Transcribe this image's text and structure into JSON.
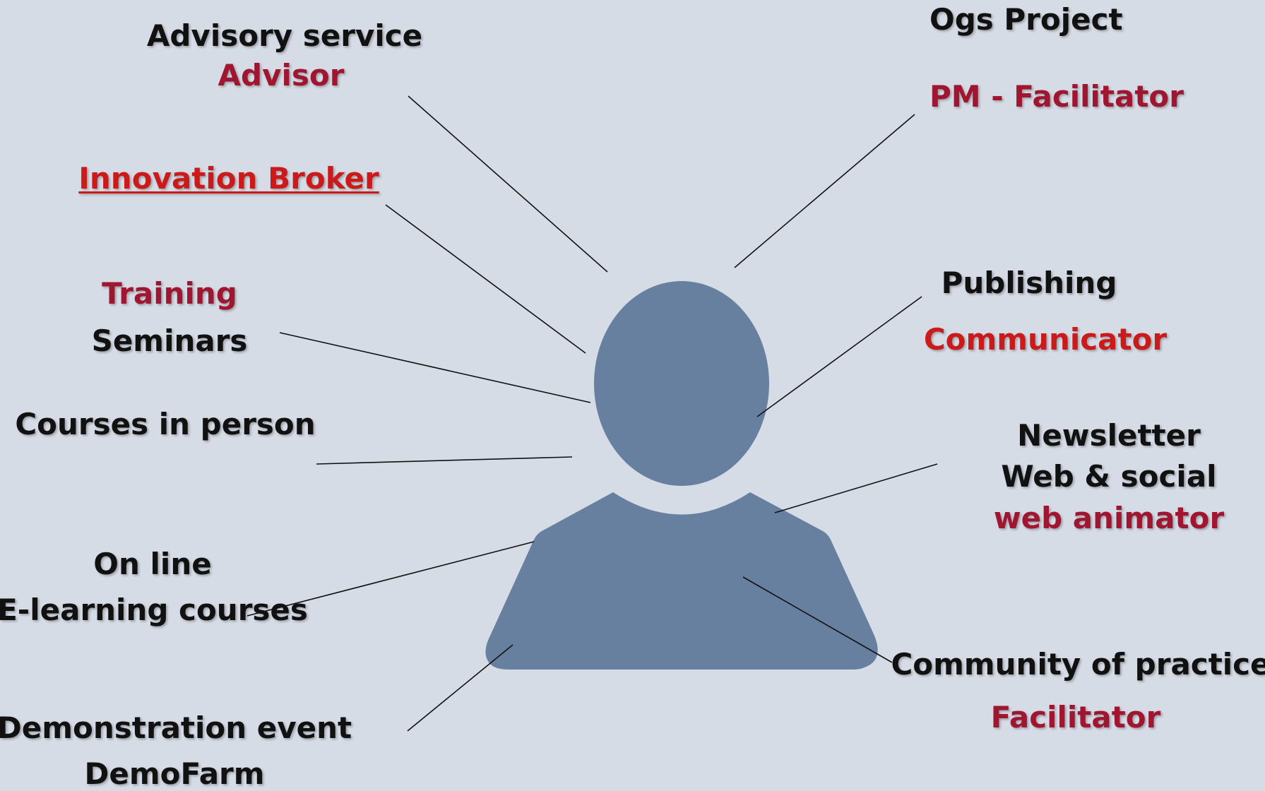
{
  "colors": {
    "background": "#d6dce6",
    "person": "#6880a0",
    "text_dark": "#111111",
    "role_crimson": "#a01530",
    "role_red": "#cc1a1a",
    "connector": "#111111"
  },
  "icons": {
    "center": "person-silhouette-icon"
  },
  "labels": {
    "advisory": {
      "title": "Advisory service",
      "role": "Advisor"
    },
    "ogs": {
      "title": "Ogs Project",
      "role": "PM - Facilitator"
    },
    "broker": {
      "role": "Innovation Broker"
    },
    "training": {
      "role": "Training",
      "title": "Seminars"
    },
    "publishing": {
      "title": "Publishing",
      "role": "Communicator"
    },
    "courses": {
      "title": "Courses in person"
    },
    "newsletter": {
      "line1": "Newsletter",
      "line2": "Web & social",
      "role": "web animator"
    },
    "online": {
      "line1": "On line",
      "line2": "E-learning courses"
    },
    "community": {
      "title": "Community of practice",
      "role": "Facilitator"
    },
    "demo": {
      "title": "Demonstration event",
      "role": "DemoFarm"
    }
  }
}
